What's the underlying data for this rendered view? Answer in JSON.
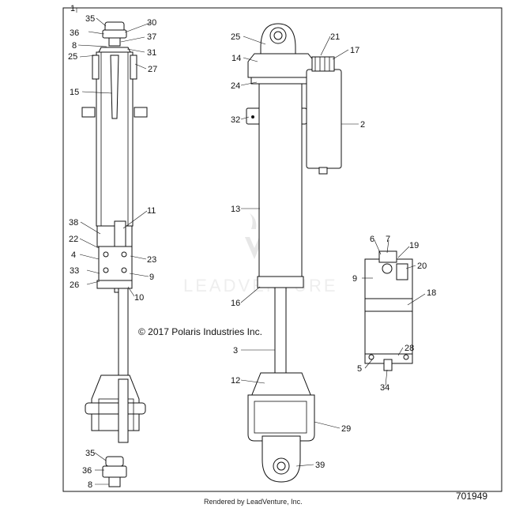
{
  "diagram": {
    "callouts": [
      "1",
      "35",
      "30",
      "36",
      "37",
      "8",
      "31",
      "25",
      "27",
      "15",
      "11",
      "38",
      "22",
      "4",
      "23",
      "33",
      "9",
      "26",
      "10",
      "35",
      "36",
      "8",
      "25",
      "21",
      "14",
      "17",
      "24",
      "32",
      "2",
      "13",
      "16",
      "3",
      "12",
      "29",
      "39",
      "6",
      "7",
      "19",
      "20",
      "9",
      "18",
      "28",
      "5",
      "34"
    ],
    "copyright": "© 2017 Polaris Industries Inc.",
    "reference_number": "701949",
    "footer_credit": "Rendered by LeadVenture, Inc.",
    "watermark": "LEADVENTURE"
  }
}
